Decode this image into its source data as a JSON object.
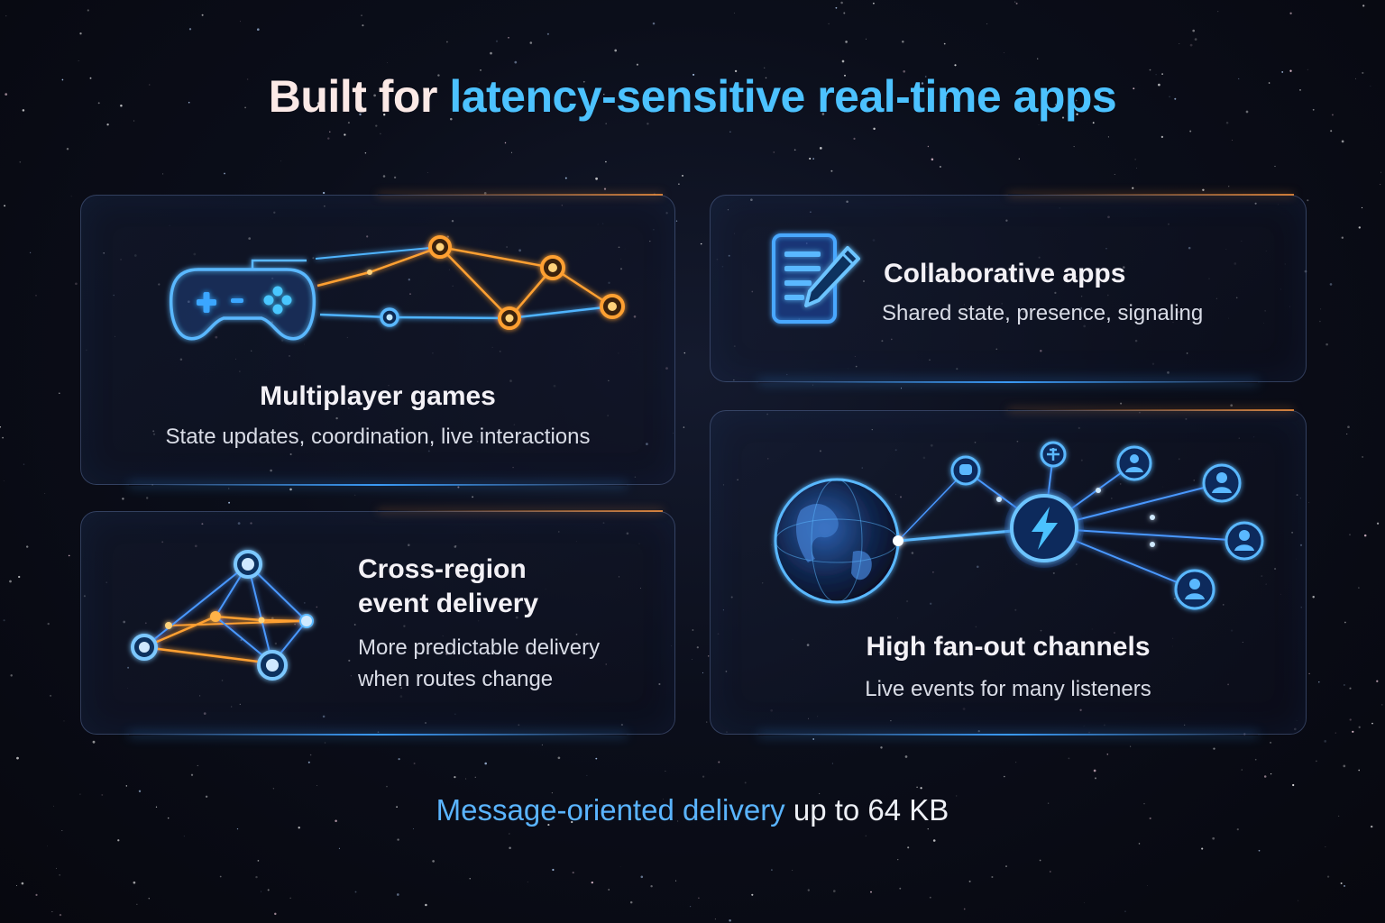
{
  "title": {
    "lead": "Built for",
    "accent": "latency-sensitive real-time apps"
  },
  "cards": {
    "games": {
      "title": "Multiplayer games",
      "subtitle": "State updates, coordination, live interactions",
      "icon": "gamepad-network-icon"
    },
    "collab": {
      "title": "Collaborative apps",
      "subtitle": "Shared state, presence, signaling",
      "icon": "document-pencil-icon"
    },
    "cross": {
      "title_line1": "Cross-region",
      "title_line2": "event delivery",
      "subtitle_line1": "More predictable delivery",
      "subtitle_line2": "when routes change",
      "icon": "mesh-network-icon"
    },
    "fanout": {
      "title": "High fan-out channels",
      "subtitle": "Live events for many listeners",
      "icon": "globe-lightning-fanout-icon"
    }
  },
  "footer": {
    "highlight": "Message-oriented delivery",
    "rest": "up to 64 KB"
  },
  "colors": {
    "accent_blue": "#4cc2ff",
    "glow_orange": "#ffa030",
    "background": "#07080f"
  }
}
